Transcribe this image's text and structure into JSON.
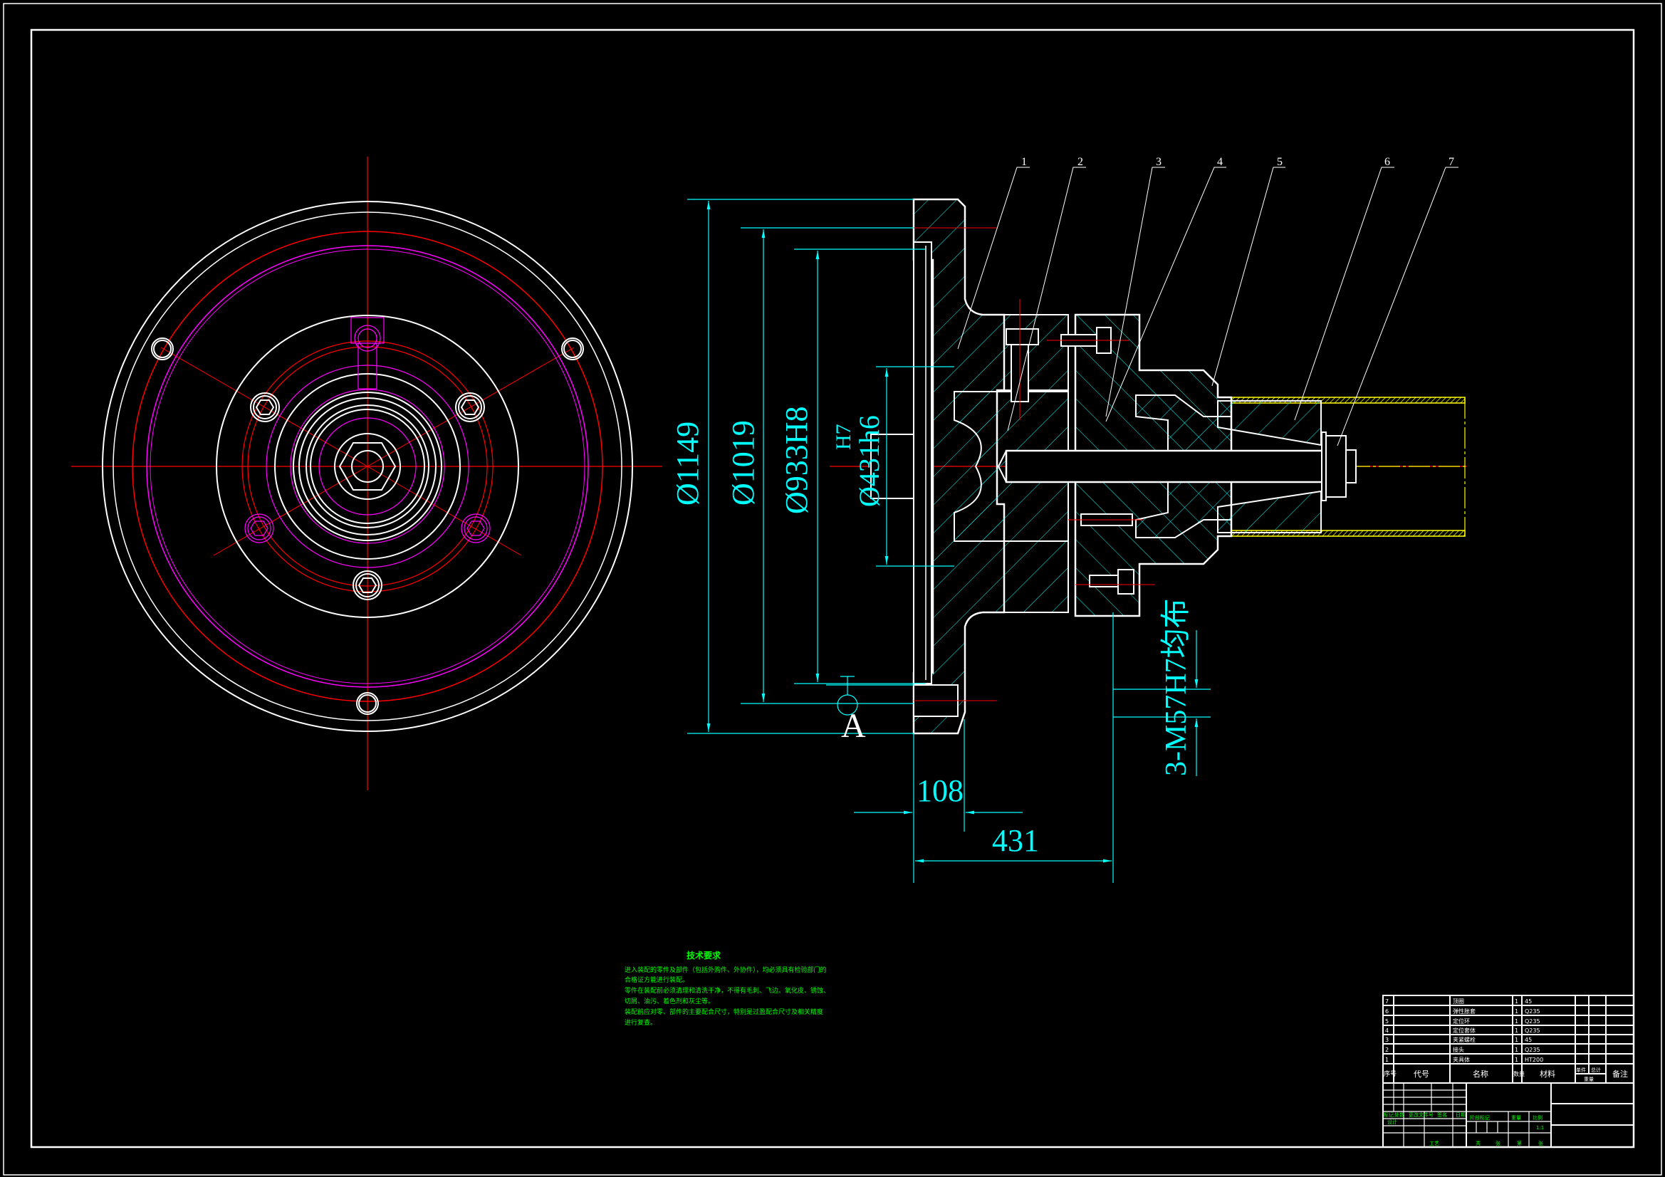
{
  "drawing": {
    "type": "assembly-drawing",
    "background": "#000000",
    "colors": {
      "outline": "#ffffff",
      "dimension": "#00ffff",
      "centerline": "#ff0000",
      "hidden_part": "#ff00ff",
      "workpiece": "#ffff00",
      "annotation": "#00ff00"
    }
  },
  "dimensions": {
    "d1": "Ø1149",
    "d2": "Ø1019",
    "d3": "Ø933H8",
    "d4_main": "Ø431h6",
    "d4_fit": "H7",
    "thread": "3-M57H7均布",
    "len1": "108",
    "len2": "431",
    "datum": "A"
  },
  "balloons": [
    "1",
    "2",
    "3",
    "4",
    "5",
    "6",
    "7"
  ],
  "technical_requirements": {
    "title": "技术要求",
    "lines": [
      "进入装配的零件及部件（包括外购件、外协件），均必须具有检验部门的",
      "合格证方能进行装配。",
      "零件在装配前必须清理和清洗干净，不得有毛刺、飞边、氧化皮、锈蚀、",
      "切屑、油污、着色剂和灰尘等。",
      "装配前应对零、部件的主要配合尺寸，特别是过盈配合尺寸及相关精度",
      "进行复查。"
    ]
  },
  "parts_list": {
    "headers": {
      "index": "序号",
      "code": "代号",
      "name": "名称",
      "qty": "数量",
      "material": "材料",
      "unit_weight": "单件",
      "total_weight": "总计",
      "weight": "重量",
      "remark": "备注"
    },
    "rows": [
      {
        "index": "7",
        "code": "",
        "name": "顶圈",
        "qty": "1",
        "material": "45"
      },
      {
        "index": "6",
        "code": "",
        "name": "弹性胀套",
        "qty": "1",
        "material": "Q235"
      },
      {
        "index": "5",
        "code": "",
        "name": "定位环",
        "qty": "1",
        "material": "Q235"
      },
      {
        "index": "4",
        "code": "",
        "name": "定位套体",
        "qty": "1",
        "material": "Q235"
      },
      {
        "index": "3",
        "code": "",
        "name": "夹紧螺栓",
        "qty": "1",
        "material": "45"
      },
      {
        "index": "2",
        "code": "",
        "name": "接头",
        "qty": "1",
        "material": "Q235"
      },
      {
        "index": "1",
        "code": "",
        "name": "夹具体",
        "qty": "1",
        "material": "HT200"
      }
    ]
  },
  "title_block": {
    "revision_headers": [
      "标记",
      "处数",
      "更改文件号",
      "签名",
      "日期"
    ],
    "design": "设计",
    "standardize": "标准化",
    "stage_mark": "阶段标记",
    "weight": "重量",
    "scale": "比例",
    "scale_value": "1:1",
    "approve": "批准",
    "process": "工艺",
    "sheets_total": "共",
    "sheet_unit_1": "张",
    "sheet_no": "第",
    "sheet_unit_2": "张"
  }
}
